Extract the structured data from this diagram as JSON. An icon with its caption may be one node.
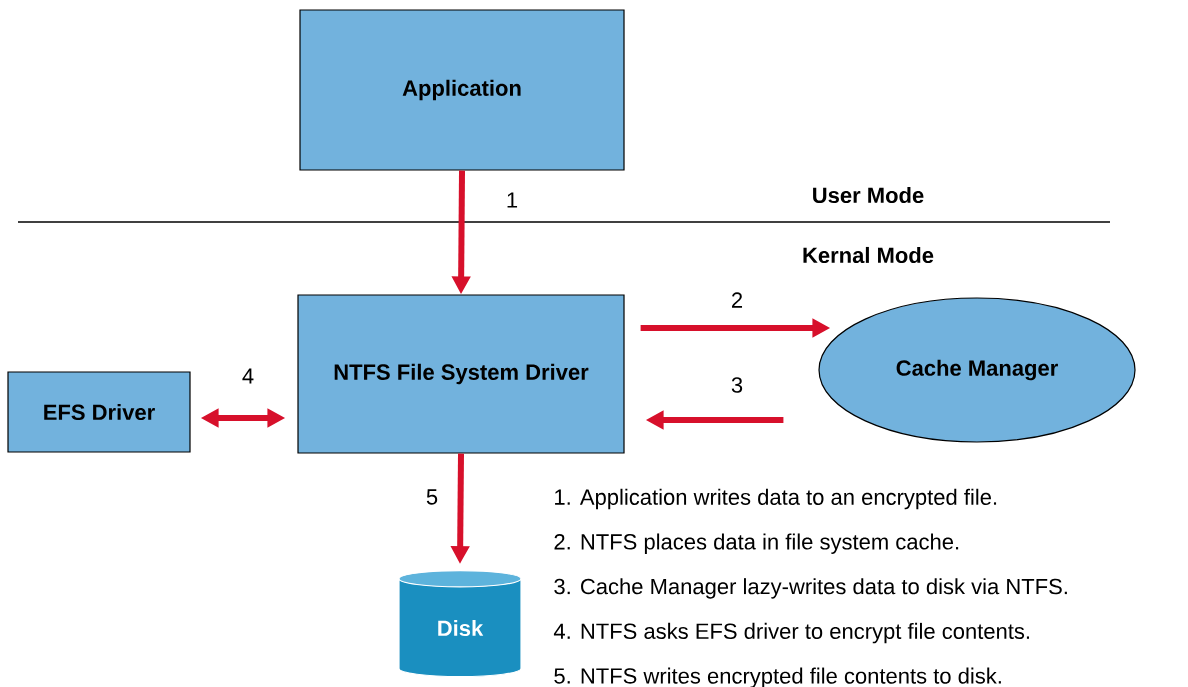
{
  "diagram": {
    "nodes": [
      {
        "text": [
          "Application"
        ]
      },
      {
        "text": [
          "NTFS File System Driver"
        ]
      },
      {
        "text": [
          "Cache Manager"
        ]
      },
      {
        "text": [
          "EFS Driver"
        ]
      },
      {
        "text": [
          "Disk"
        ]
      }
    ],
    "edges": [
      {
        "from": 0,
        "to": 1,
        "arrow": "to",
        "label": "1"
      },
      {
        "from": 1,
        "to": 2,
        "arrow": "to",
        "label": "2"
      },
      {
        "from": 2,
        "to": 1,
        "arrow": "to",
        "label": "3"
      },
      {
        "from": 3,
        "to": 1,
        "arrow": "both",
        "label": "4"
      },
      {
        "from": 1,
        "to": 4,
        "arrow": "to",
        "label": "5"
      }
    ],
    "labels": [
      "User Mode",
      "Kernal Mode",
      "1. Application writes data to an encrypted file.",
      "2. NTFS places data in file system cache.",
      "3. Cache Manager lazy-writes data to disk via NTFS.",
      "4. NTFS asks EFS driver to encrypt file contents.",
      "5. NTFS writes encrypted file contents to disk."
    ]
  }
}
